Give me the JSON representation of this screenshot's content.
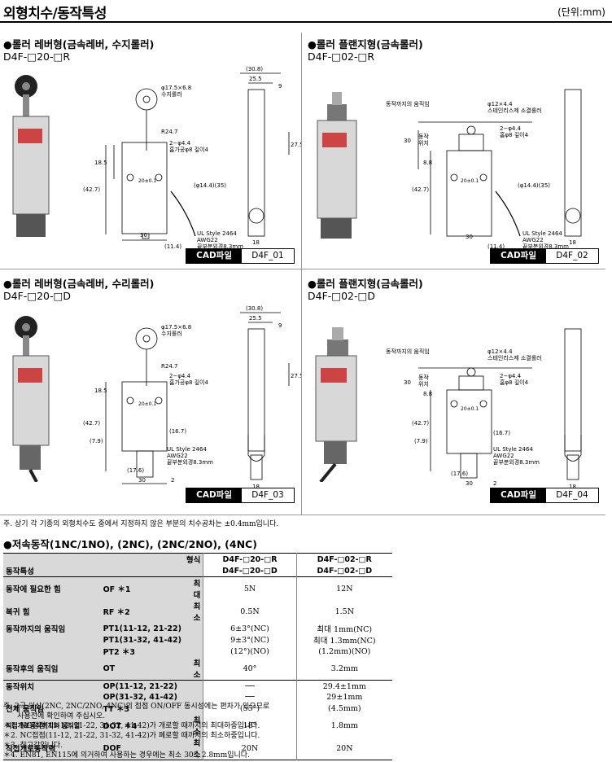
{
  "header": {
    "title": "외형치수/동작특성",
    "unit": "(단위:mm)"
  },
  "panels": [
    {
      "title": "●롤러 레버형(금속레버, 수지롤러)",
      "model": "D4F-□20-□R",
      "cad_label": "CAD파일",
      "cad_file": "D4F_01",
      "labels": {
        "roller": "φ17.5×6.8",
        "roller2": "수지롤러",
        "radius": "R24.7",
        "hole": "2−φ4.4",
        "hole2": "홈가공φ8 깊이4",
        "d1": "18.5",
        "d2": "(42.7)",
        "d3": "20±0.1",
        "d4": "(φ14.4)(35)",
        "d5": "30",
        "d6": "(11.4)",
        "cable1": "UL Style 2464",
        "cable2": "AWG22",
        "cable3": "끝부분외경8.3mm",
        "w1": "(30.8)",
        "w2": "25.5",
        "w3": "9",
        "h1": "27.5",
        "h2": "18"
      }
    },
    {
      "title": "●롤러 플랜지형(금속롤러)",
      "model": "D4F-□02-□R",
      "cad_label": "CAD파일",
      "cad_file": "D4F_02",
      "labels": {
        "travel": "동작까지의 움직임",
        "roller": "φ12×4.4",
        "roller2": "스테인리스제 소결롤러",
        "hole": "2−φ4.4",
        "hole2": "홈φ8 깊이4",
        "pos1": "동작",
        "pos2": "위치",
        "d0": "30",
        "d1": "8.8",
        "d2": "(42.7)",
        "d3": "20±0.1",
        "d4": "(φ14.4)(35)",
        "d5": "30",
        "d6": "(11.4)",
        "cable1": "UL Style 2464",
        "cable2": "AWG22",
        "cable3": "끝부분외경8.3mm",
        "h2": "18"
      }
    },
    {
      "title": "●롤러 레버형(금속레버, 수리롤러)",
      "model": "D4F-□20-□D",
      "cad_label": "CAD파일",
      "cad_file": "D4F_03",
      "labels": {
        "roller": "φ17.5×6.8",
        "roller2": "수지롤러",
        "radius": "R24.7",
        "hole": "2−φ4.4",
        "hole2": "홈가공φ8 깊이4",
        "d1": "18.5",
        "d2": "(42.7)",
        "d3": "20±0.1",
        "d4": "(16.7)",
        "d5": "30",
        "d6": "(17.6)",
        "d7": "(7.9)",
        "d8": "2",
        "cable1": "UL Style 2464",
        "cable2": "AWG22",
        "cable3": "끝부분외경8.3mm",
        "w1": "(30.8)",
        "w2": "25.5",
        "w3": "9",
        "h1": "27.5",
        "h2": "18"
      }
    },
    {
      "title": "●롤러 플랜지형(금속롤러)",
      "model": "D4F-□02-□D",
      "cad_label": "CAD파일",
      "cad_file": "D4F_04",
      "labels": {
        "travel": "동작까지의 움직임",
        "roller": "φ12×4.4",
        "roller2": "스테인리스제 소결롤러",
        "hole": "2−φ4.4",
        "hole2": "홈φ8 깊이4",
        "pos1": "동작",
        "pos2": "위치",
        "d0": "30",
        "d1": "8.8",
        "d2": "(42.7)",
        "d3": "20±0.1",
        "d4": "(16.7)",
        "d5": "30",
        "d6": "(17.6)",
        "d7": "(7.9)",
        "d8": "2",
        "cable1": "UL Style 2464",
        "cable2": "AWG22",
        "cable3": "끝부분외경8.3mm",
        "h2": "18"
      }
    }
  ],
  "note_tolerance": "주. 상기 각 기종의 외형치수도 중에서 지정하지 않은 부분의 치수공차는 ±0.4mm입니다.",
  "section2_title": "●저속동작(1NC/1NO), (2NC), (2NC/2NO), (4NC)",
  "table": {
    "corner_top": "형식",
    "corner_bottom": "동작특성",
    "col1": [
      "D4F-□20-□R",
      "D4F-□20-□D"
    ],
    "col2": [
      "D4F-□02-□R",
      "D4F-□02-□D"
    ],
    "group1": [
      [
        "동작에 필요한 힘",
        "OF ＊1",
        "최대",
        "5N",
        "12N"
      ],
      [
        "복귀 힘",
        "RF ＊2",
        "최소",
        "0.5N",
        "1.5N"
      ],
      [
        "동작까지의 움직임",
        "PT1(11-12, 21-22)",
        "",
        "6±3°(NC)",
        "최대 1mm(NC)"
      ],
      [
        "",
        "PT1(31-32, 41-42)",
        "",
        "9±3°(NC)",
        "최대 1.3mm(NC)"
      ],
      [
        "",
        "PT2 ＊3",
        "",
        "(12°)(NO)",
        "(1.2mm)(NO)"
      ],
      [
        "동작후의 움직임",
        "OT",
        "최소",
        "40°",
        "3.2mm"
      ]
    ],
    "group2": [
      [
        "동작위치",
        "OP(11-12, 21-22)",
        "",
        "──",
        "29.4±1mm"
      ],
      [
        "",
        "OP(31-32, 41-42)",
        "",
        "──",
        "29±1mm"
      ],
      [
        "전체 움직임",
        "TT ＊3",
        "",
        "(55°)",
        "(4.5mm)"
      ],
      [
        "직접개로동작까지의 움직임",
        "DOT ＊4",
        "최소",
        "18°",
        "1.8mm"
      ],
      [
        "직접개로동작력",
        "DOF",
        "최소",
        "20N",
        "20N"
      ]
    ]
  },
  "notes": [
    "주. 2극 이상(2NC, 2NC/2NO, 4NC)의 접점 ON/OFF 동시성에는 편차가 있으므로",
    "      사용전에 확인하여 주십시오.",
    "＊1. NC접점(11-12, 21-22, 31-32, 41-42)가 개로할 때까지의 최대하중입니다.",
    "＊2. NC접점(11-12, 21-22, 31-32, 41-42)가 폐로할 때까지의 최소하중입니다.",
    "＊3. 참고값입니다.",
    "＊4. EN81, EN115에 의거하여 사용하는 경우에는 최소 30°, 2.8mm입니다."
  ]
}
